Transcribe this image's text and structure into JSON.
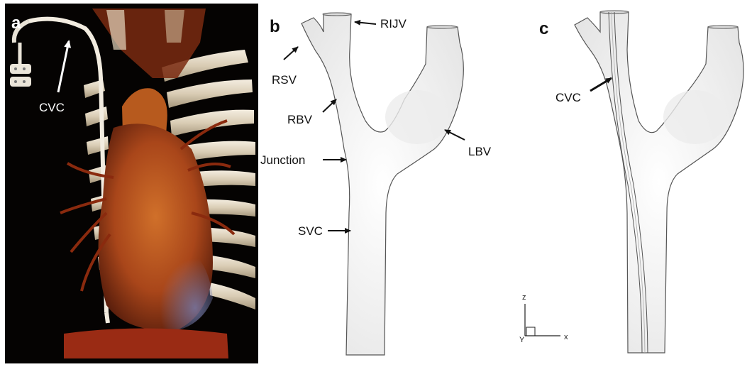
{
  "panels": {
    "a": {
      "letter": "a",
      "labels": {
        "cvc": "CVC"
      }
    },
    "b": {
      "letter": "b",
      "labels": {
        "rijv": "RIJV",
        "rsv": "RSV",
        "rbv": "RBV",
        "lbv": "LBV",
        "junction": "Junction",
        "svc": "SVC"
      }
    },
    "c": {
      "letter": "c",
      "labels": {
        "cvc": "CVC"
      }
    }
  },
  "axes": {
    "z": "z",
    "y": "Y",
    "x": "x"
  },
  "colors": {
    "background_a": "#050302",
    "heart": "#b5531a",
    "vessel_red": "#8e2a10",
    "bone": "#e6dccb",
    "model_fill": "#f2f2f2",
    "model_stroke": "#555555",
    "arrow": "#111111"
  }
}
